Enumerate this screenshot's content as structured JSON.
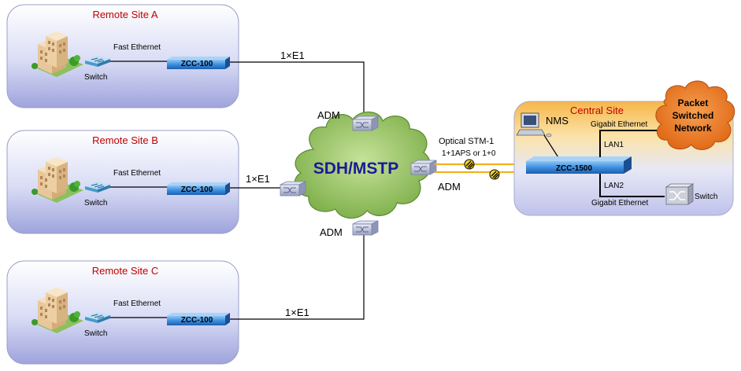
{
  "sites": {
    "a": {
      "title": "Remote Site A",
      "link_label": "Fast Ethernet",
      "switch_label": "Switch",
      "device_label": "ZCC-100",
      "e1_label": "1×E1"
    },
    "b": {
      "title": "Remote Site B",
      "link_label": "Fast Ethernet",
      "switch_label": "Switch",
      "device_label": "ZCC-100",
      "e1_label": "1×E1"
    },
    "c": {
      "title": "Remote Site C",
      "link_label": "Fast Ethernet",
      "switch_label": "Switch",
      "device_label": "ZCC-100",
      "e1_label": "1×E1"
    }
  },
  "core": {
    "cloud_label": "SDH/MSTP",
    "adm_label": "ADM",
    "optical_label": "Optical STM-1",
    "aps_label": "1+1APS or 1+0"
  },
  "central": {
    "title": "Central  Site",
    "nms_label": "NMS",
    "device_label": "ZCC-1500",
    "lan1_label": "LAN1",
    "lan2_label": "LAN2",
    "gig_top_label": "Gigabit Ethernet",
    "gig_bottom_label": "Gigabit Ethernet",
    "switch_label": "Switch",
    "psn_line1": "Packet",
    "psn_line2": "Switched",
    "psn_line3": "Network"
  },
  "colors": {
    "site_title": "#c00000",
    "device_blue": "#2f7fd6",
    "cloud_green": "#8fbf59",
    "psn_orange": "#e8741f",
    "optical_link": "#f0b21f"
  }
}
